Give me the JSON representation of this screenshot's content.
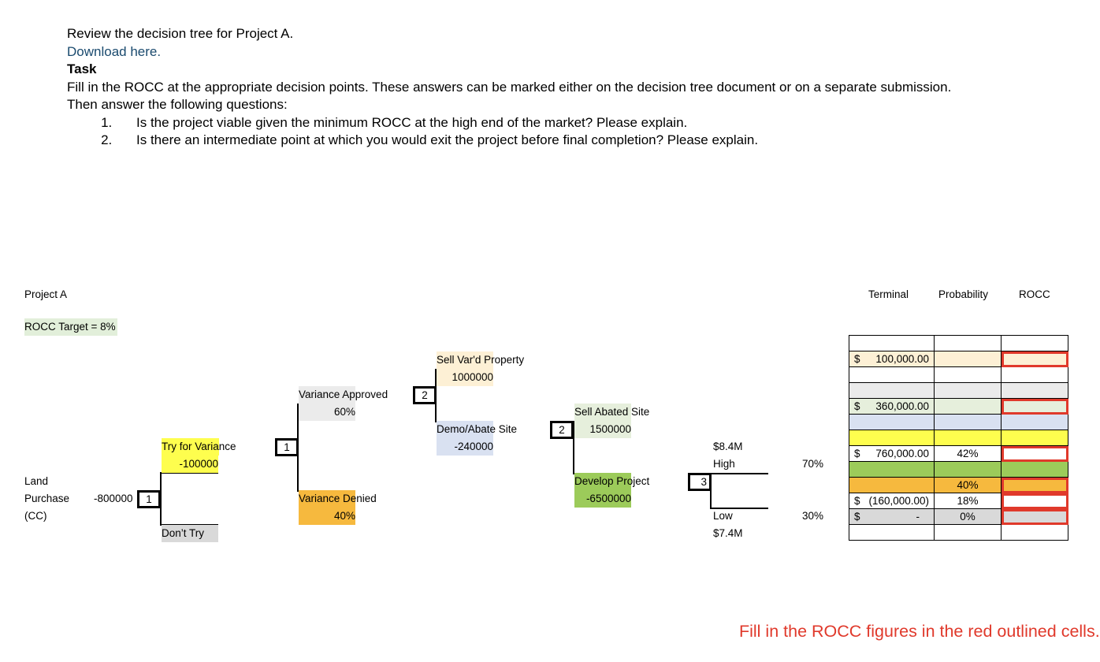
{
  "intro": {
    "line1": "Review the decision tree for Project A.",
    "download_link": "Download here.",
    "task_heading": "Task",
    "task_text": "Fill in the ROCC at the appropriate decision points. These answers can be marked either on the decision tree document or on a separate submission.",
    "questions_intro": "Then answer the following questions:",
    "questions": [
      "Is the project viable given the minimum ROCC at the high end of the market? Please explain.",
      "Is there an intermediate point at which you would exit the project before final completion? Please explain."
    ]
  },
  "tree": {
    "title": "Project A",
    "rocc_target": "ROCC Target = 8%",
    "root": {
      "label_line1": "Land",
      "label_line2": "Purchase",
      "label_line3": "(CC)",
      "value": "-800000"
    },
    "nodes": {
      "n1a": "1",
      "n1b": "1",
      "n2a": "2",
      "n2b": "2",
      "n3": "3"
    },
    "try_variance": {
      "label": "Try for Variance",
      "value": "-100000"
    },
    "dont_try": {
      "label": "Don’t Try"
    },
    "variance_approved": {
      "label": "Variance Approved",
      "prob": "60%"
    },
    "variance_denied": {
      "label": "Variance Denied",
      "prob": "40%"
    },
    "sell_vard": {
      "label": "Sell Var'd Property",
      "value": "1000000"
    },
    "demo_abate": {
      "label": "Demo/Abate Site",
      "value": "-240000"
    },
    "sell_abated": {
      "label": "Sell Abated Site",
      "value": "1500000"
    },
    "develop": {
      "label": "Develop Project",
      "value": "-6500000"
    },
    "high": {
      "amount": "$8.4M",
      "label": "High",
      "prob": "70%"
    },
    "low": {
      "amount": "$7.4M",
      "label": "Low",
      "prob": "30%"
    }
  },
  "table": {
    "headers": {
      "terminal": "Terminal",
      "probability": "Probability",
      "rocc": "ROCC"
    },
    "rows": [
      {
        "cur": "",
        "amt": "",
        "prob": "",
        "bg": "#ffffff",
        "red": false
      },
      {
        "cur": "$",
        "amt": "100,000.00",
        "prob": "",
        "bg": "#fdf0d5",
        "red": true
      },
      {
        "cur": "",
        "amt": "",
        "prob": "",
        "bg": "#ffffff",
        "red": false
      },
      {
        "cur": "",
        "amt": "",
        "prob": "",
        "bg": "#ebebeb",
        "red": false
      },
      {
        "cur": "$",
        "amt": "360,000.00",
        "prob": "",
        "bg": "#e6efdc",
        "red": true
      },
      {
        "cur": "",
        "amt": "",
        "prob": "",
        "bg": "#d9e1f1",
        "red": false
      },
      {
        "cur": "",
        "amt": "",
        "prob": "",
        "bg": "#fefe4e",
        "red": false
      },
      {
        "cur": "$",
        "amt": "760,000.00",
        "prob": "42%",
        "bg": "#ffffff",
        "red": true
      },
      {
        "cur": "",
        "amt": "",
        "prob": "",
        "bg": "#9ccb5a",
        "red": false
      },
      {
        "cur": "",
        "amt": "",
        "prob": "40%",
        "bg": "#f6b93e",
        "red": true
      },
      {
        "cur": "$",
        "amt": "(160,000.00)",
        "prob": "18%",
        "bg": "#ffffff",
        "red": true
      },
      {
        "cur": "$",
        "amt": "-",
        "prob": "0%",
        "bg": "#d9d9d9",
        "red": true
      },
      {
        "cur": "",
        "amt": "",
        "prob": "",
        "bg": "#ffffff",
        "red": false
      }
    ]
  },
  "note": "Fill in the ROCC figures in the red outlined cells.",
  "colors": {
    "peach": "#fdf0d5",
    "light_gray": "#ebebeb",
    "light_green": "#e6efdc",
    "light_blue": "#d9e1f1",
    "yellow": "#fefe4e",
    "green": "#9ccb5a",
    "orange": "#f6b93e",
    "gray": "#d9d9d9",
    "red_outline": "#e0392b"
  }
}
